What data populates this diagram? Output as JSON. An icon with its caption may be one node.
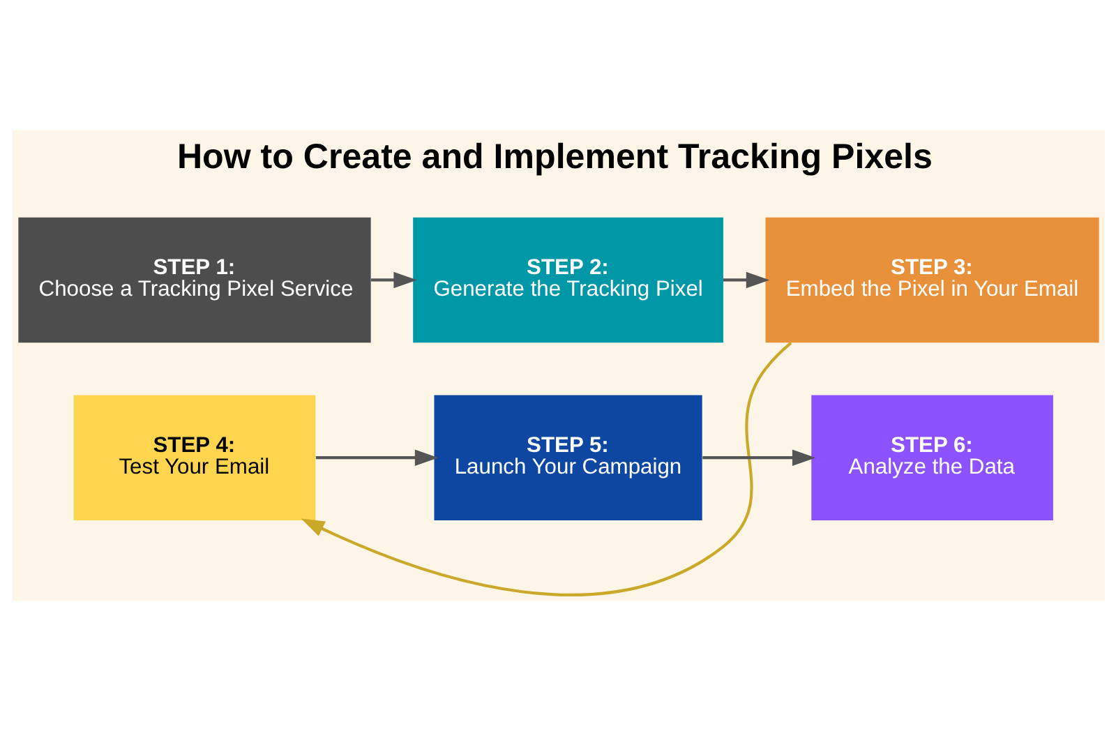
{
  "diagram": {
    "title": "How to Create and Implement Tracking Pixels",
    "nodes": [
      {
        "text": [
          "STEP 1:",
          "Choose a Tracking Pixel Service"
        ]
      },
      {
        "text": [
          "STEP 2:",
          "Generate the Tracking Pixel"
        ]
      },
      {
        "text": [
          "STEP 3:",
          "Embed the Pixel in Your Email"
        ]
      },
      {
        "text": [
          "STEP 4:",
          "Test Your Email"
        ]
      },
      {
        "text": [
          "STEP 5:",
          "Launch Your Campaign"
        ]
      },
      {
        "text": [
          "STEP 6:",
          "Analyze the Data"
        ]
      }
    ],
    "edges": [
      {
        "from": 0,
        "to": 1,
        "arrow": "to"
      },
      {
        "from": 1,
        "to": 2,
        "arrow": "to"
      },
      {
        "from": 2,
        "to": 3,
        "arrow": "to",
        "color": "#c9a82a"
      },
      {
        "from": 3,
        "to": 4,
        "arrow": "to"
      },
      {
        "from": 4,
        "to": 5,
        "arrow": "to"
      }
    ]
  }
}
